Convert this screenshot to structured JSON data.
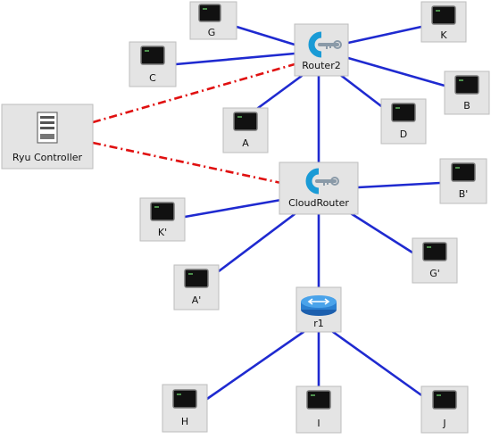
{
  "nodes": {
    "router2": {
      "label": "Router2"
    },
    "cloudrouter": {
      "label": "CloudRouter"
    },
    "r1": {
      "label": "r1"
    },
    "controller": {
      "label": "Ryu Controller"
    },
    "G": {
      "label": "G"
    },
    "C": {
      "label": "C"
    },
    "K": {
      "label": "K"
    },
    "B": {
      "label": "B"
    },
    "A": {
      "label": "A"
    },
    "D": {
      "label": "D"
    },
    "K_prime": {
      "label": "K'"
    },
    "B_prime": {
      "label": "B'"
    },
    "A_prime": {
      "label": "A'"
    },
    "G_prime": {
      "label": "G'"
    },
    "H": {
      "label": "H"
    },
    "I": {
      "label": "I"
    },
    "J": {
      "label": "J"
    }
  },
  "colors": {
    "link": "#1f2ad0",
    "controller_link": "#e01010",
    "switch_icon": "#1a9bd6",
    "router_icon": "#2a7fd0",
    "node_background": "#e4e4e4"
  },
  "icons": {
    "switch": "openflow-switch-icon",
    "router": "router-icon",
    "host": "terminal-host-icon",
    "controller": "server-icon"
  }
}
